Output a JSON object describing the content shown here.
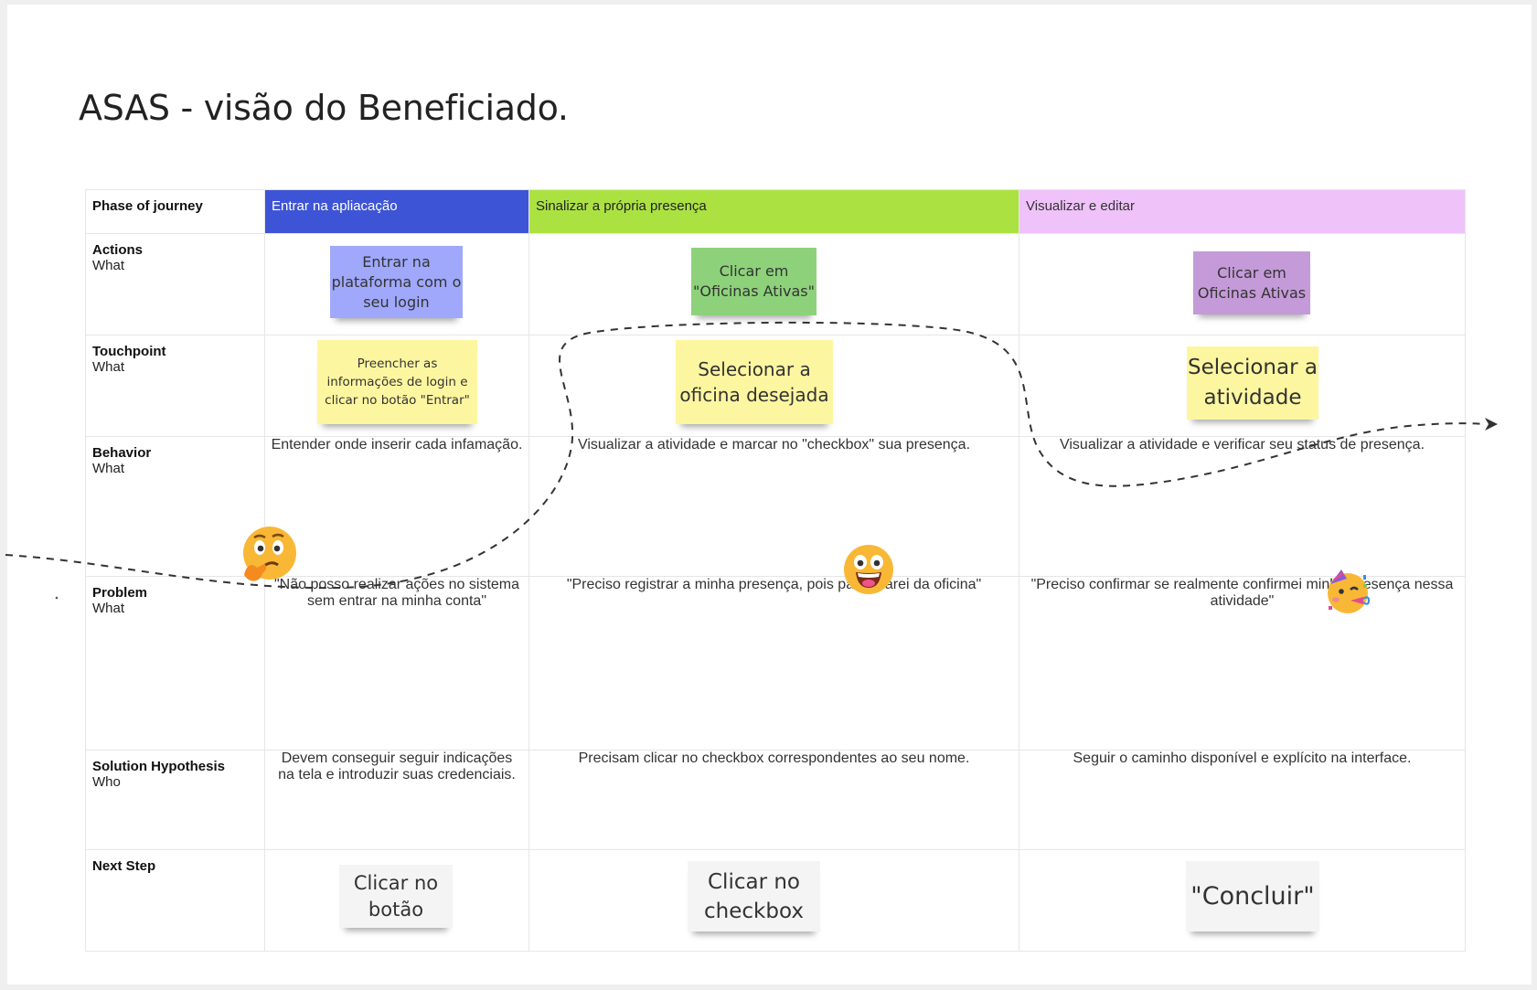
{
  "title": "ASAS - visão do Beneficiado.",
  "phase_label": "Phase of journey",
  "phases": [
    "Entrar na apliacação",
    "Sinalizar a própria presença",
    "Visualizar e editar"
  ],
  "rows": {
    "actions": {
      "label": "Actions",
      "sub": "What"
    },
    "touchpoint": {
      "label": "Touchpoint",
      "sub": "What"
    },
    "behavior": {
      "label": "Behavior",
      "sub": "What"
    },
    "problem": {
      "label": "Problem",
      "sub": "What"
    },
    "solution": {
      "label": "Solution Hypothesis",
      "sub": "Who"
    },
    "next": {
      "label": "Next Step"
    }
  },
  "actions_stickies": [
    {
      "text": "Entrar na plataforma com o seu login",
      "color": "#a0a8fb"
    },
    {
      "text": "Clicar em \"Oficinas Ativas\"",
      "color": "#8dd27a"
    },
    {
      "text": "Clicar em Oficinas Ativas",
      "color": "#c49ad8"
    }
  ],
  "touchpoint_stickies": [
    {
      "text": "Preencher as informações de login e clicar no botão \"Entrar\"",
      "color": "#fdf6a0"
    },
    {
      "text": "Selecionar a oficina desejada",
      "color": "#fdf6a0"
    },
    {
      "text": "Selecionar a atividade",
      "color": "#fdf6a0"
    }
  ],
  "behavior": [
    "Entender onde inserir cada infamação.",
    "Visualizar a atividade e marcar no \"checkbox\" sua presença.",
    "Visualizar a atividade e verificar seu status de presença."
  ],
  "problem": [
    "\"Não posso realizar ações no sistema sem entrar na minha conta\"",
    "\"Preciso registrar a minha presença, pois participarei da oficina\"",
    "\"Preciso confirmar se realmente confirmei minha presença nessa atividade\""
  ],
  "solution": [
    "Devem conseguir seguir indicações na tela e introduzir suas credenciais.",
    "Precisam clicar no checkbox correspondentes ao seu nome.",
    "Seguir o caminho disponível e explícito na interface."
  ],
  "next_stickies": [
    {
      "text": "Clicar no botão",
      "color": "#f4f4f4"
    },
    {
      "text": "Clicar no checkbox",
      "color": "#f4f4f4"
    },
    {
      "text": "\"Concluir\"",
      "color": "#f4f4f4"
    }
  ],
  "emojis": [
    "thinking-face-emoji",
    "grinning-face-emoji",
    "partying-face-emoji"
  ],
  "flow_line_color": "#333333"
}
